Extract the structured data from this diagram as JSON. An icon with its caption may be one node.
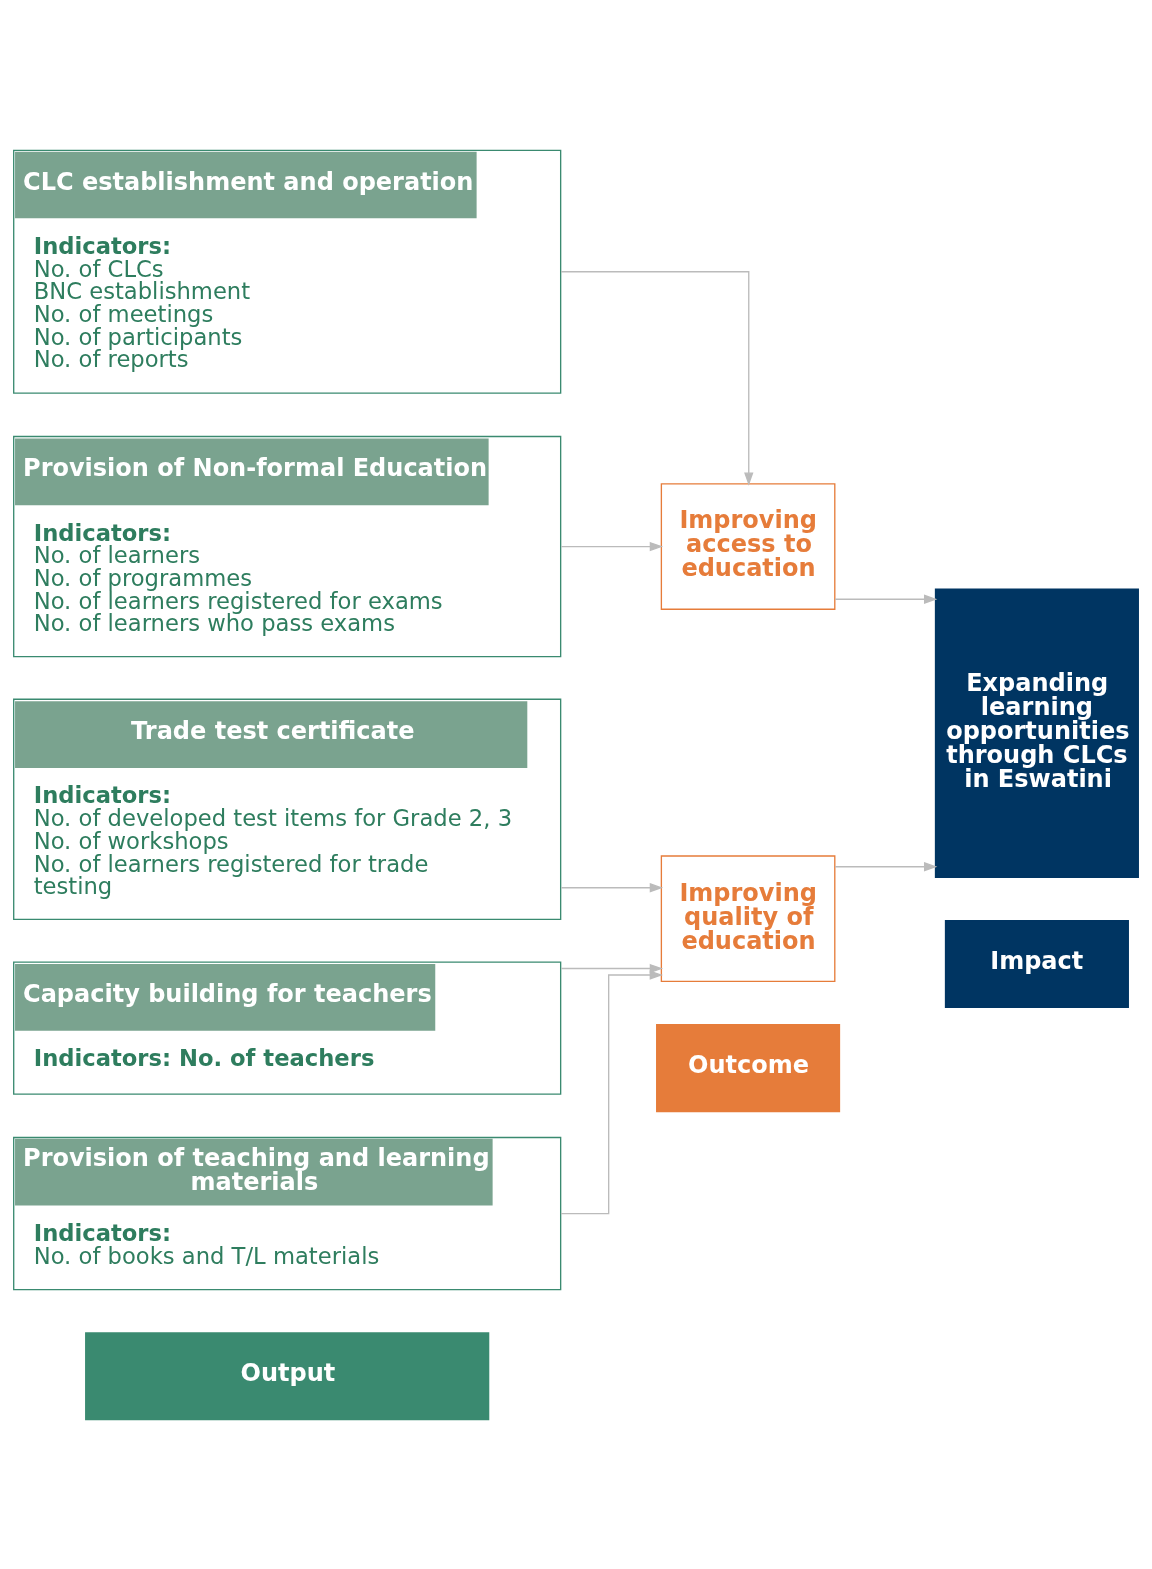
{
  "diagram": {
    "nodes": [
      {
        "text": [
          "Output"
        ]
      },
      {
        "text": [
          "Outcome"
        ]
      },
      {
        "text": [
          "Impact"
        ]
      },
      {
        "text": [
          "CLC establishment and operation",
          "Indicators:",
          "No. of CLCs",
          "BNC establishment",
          "No. of meetings",
          "No. of participants",
          "No. of reports"
        ]
      },
      {
        "text": [
          "Provision of Non-formal Education",
          "Indicators:",
          "No. of learners",
          "No. of programmes",
          "No. of learners registered for exams",
          "No. of learners who pass exams"
        ]
      },
      {
        "text": [
          "Improving access to education"
        ]
      },
      {
        "text": [
          "Expanding learning opportunities through CLCs in Eswatini"
        ]
      },
      {
        "text": [
          "Trade test certificate",
          "Indicators:",
          "No. of developed test items for Grade 2, 3",
          "No. of workshops",
          "No. of learners registered for trade testing"
        ]
      },
      {
        "text": [
          "Improving quality of education"
        ]
      },
      {
        "text": [
          "Capacity building for teachers",
          "Indicators: No. of teachers"
        ]
      },
      {
        "text": [
          "Provision of teaching and learning materials",
          "Indicators:",
          "No. of books and T/L materials"
        ]
      }
    ],
    "edges": [
      {
        "from": 3,
        "to": 5,
        "arrow": "to"
      },
      {
        "from": 4,
        "to": 5,
        "arrow": "to"
      },
      {
        "from": 5,
        "to": 6,
        "arrow": "to"
      },
      {
        "from": 7,
        "to": 8,
        "arrow": "to"
      },
      {
        "from": 8,
        "to": 6,
        "arrow": "to"
      },
      {
        "from": 9,
        "to": 8,
        "arrow": "to"
      },
      {
        "from": 10,
        "to": 8,
        "arrow": "to"
      }
    ]
  }
}
